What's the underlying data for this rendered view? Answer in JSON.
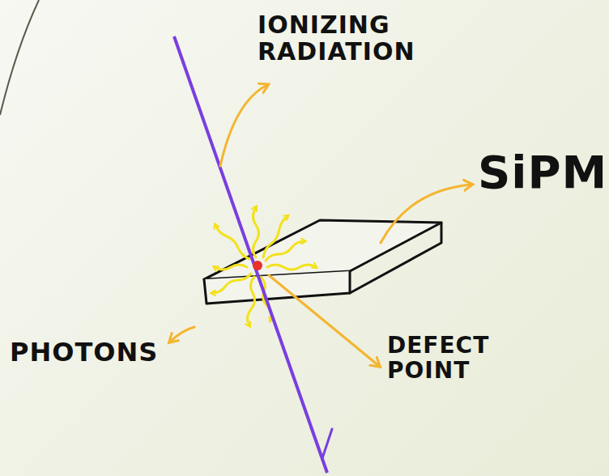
{
  "diagram": {
    "labels": [
      "IONIZING RADIATION",
      "SiPM",
      "PHOTONS",
      "DEFECT POINT"
    ]
  }
}
